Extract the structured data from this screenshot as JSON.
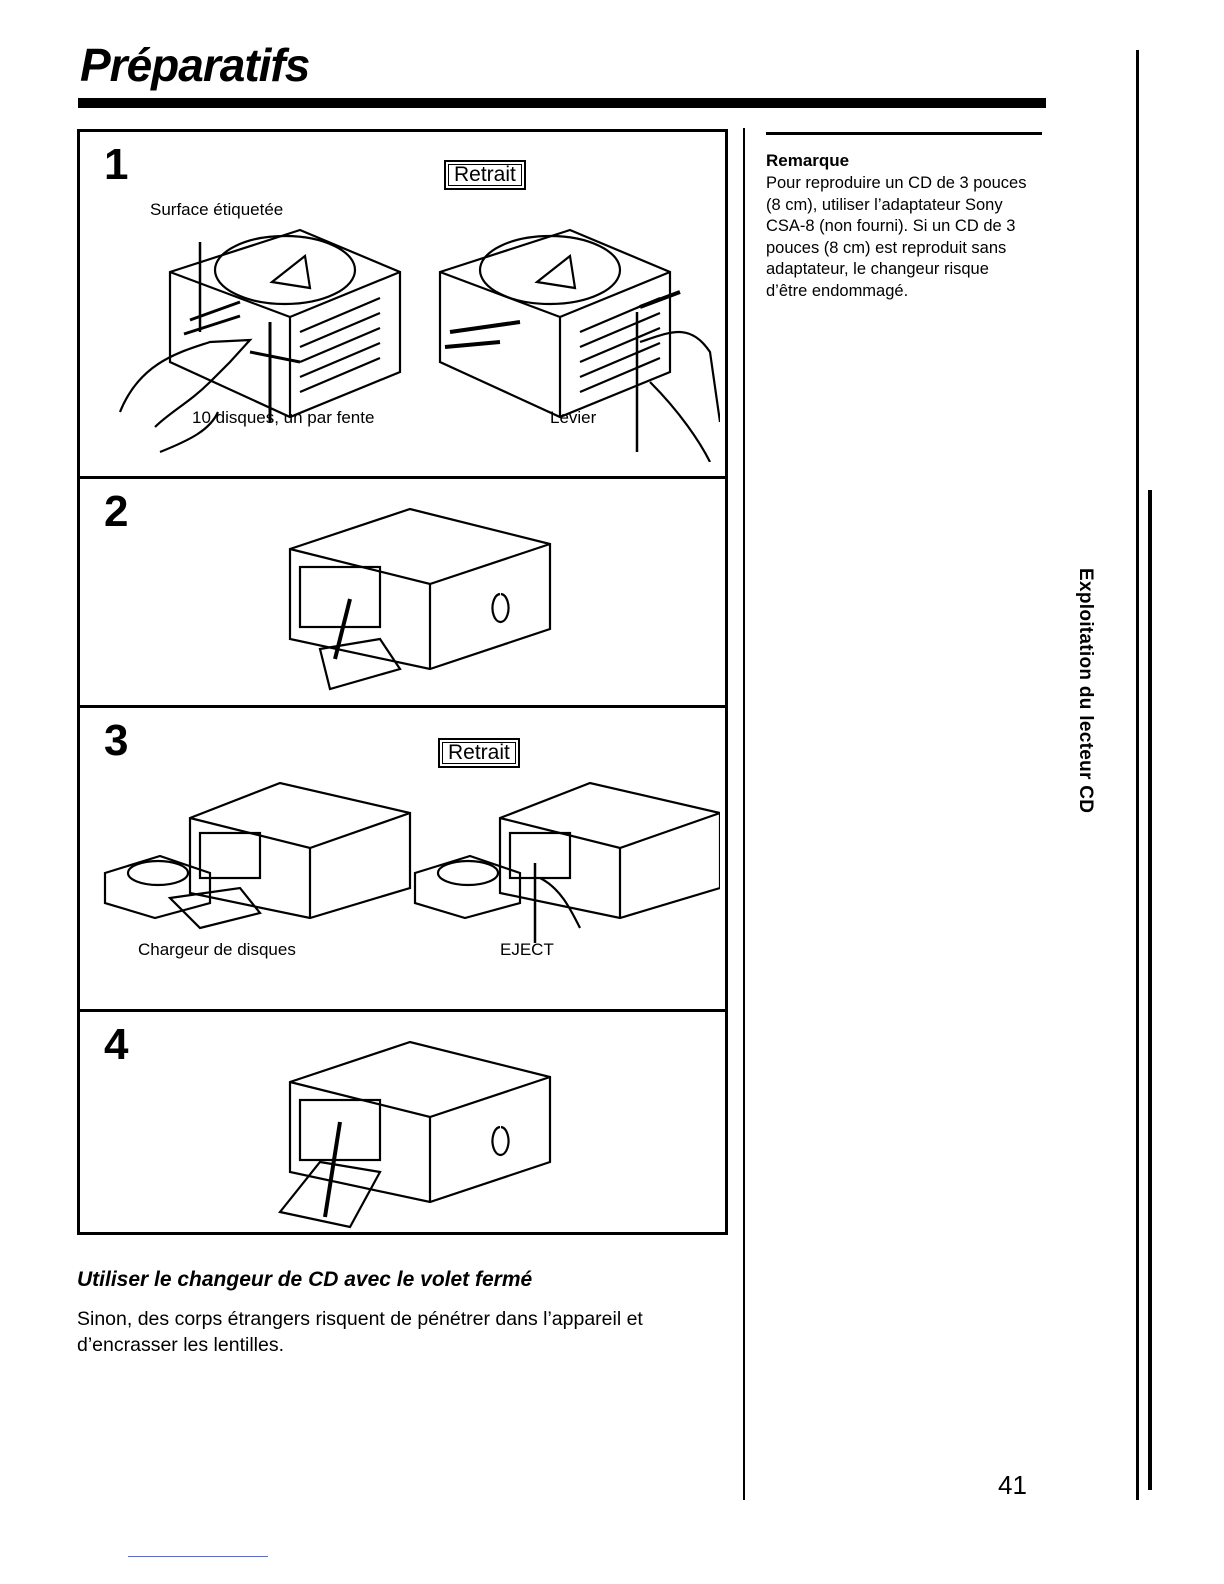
{
  "page": {
    "title": "Préparatifs",
    "page_number": "41",
    "side_label": "Exploitation du lecteur CD"
  },
  "steps": [
    {
      "number": "1",
      "button": "Retrait",
      "labels": {
        "surface": "Surface étiquetée",
        "discs": "10 disques, un par fente",
        "lever": "Levier"
      }
    },
    {
      "number": "2"
    },
    {
      "number": "3",
      "button": "Retrait",
      "labels": {
        "magazine": "Chargeur de disques",
        "eject": "EJECT"
      }
    },
    {
      "number": "4"
    }
  ],
  "note": {
    "title": "Remarque",
    "body": "Pour reproduire un CD de 3 pouces (8 cm), utiliser l’adaptateur Sony CSA-8 (non fourni). Si un CD de 3 pouces (8 cm) est reproduit sans adaptateur, le changeur risque d’être endommagé."
  },
  "section": {
    "title": "Utiliser le changeur de CD avec le volet fermé",
    "body": "Sinon, des corps étrangers risquent de pénétrer dans l’appareil et d’encrasser les lentilles."
  }
}
